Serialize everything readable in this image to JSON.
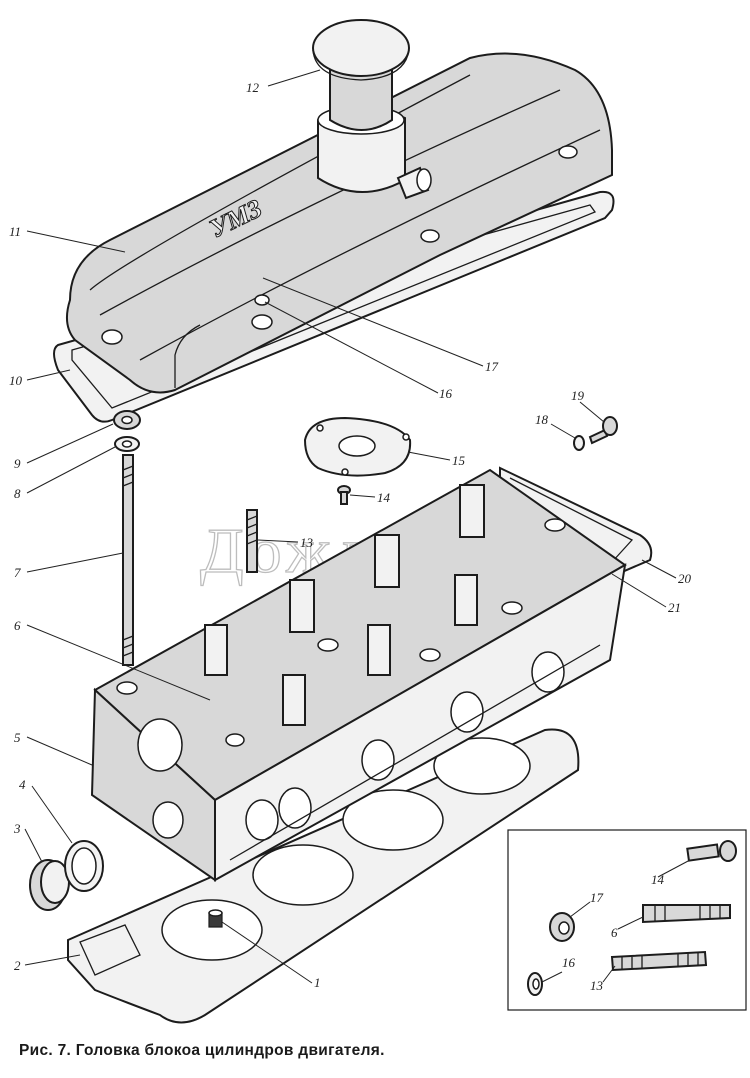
{
  "caption": "Рис. 7. Головка блокоа цилиндров двигателя.",
  "watermark": "Дождь",
  "cover_emblem": "УМЗ",
  "labels": [
    "1",
    "2",
    "3",
    "4",
    "5",
    "6",
    "7",
    "8",
    "9",
    "10",
    "11",
    "12",
    "13",
    "14",
    "15",
    "16",
    "17",
    "18",
    "19",
    "20",
    "21"
  ],
  "inset_labels": [
    "14",
    "17",
    "6",
    "16",
    "13"
  ],
  "colors": {
    "ink": "#1c1c1c",
    "paper": "#ffffff",
    "shade": "#d8d8d8"
  }
}
